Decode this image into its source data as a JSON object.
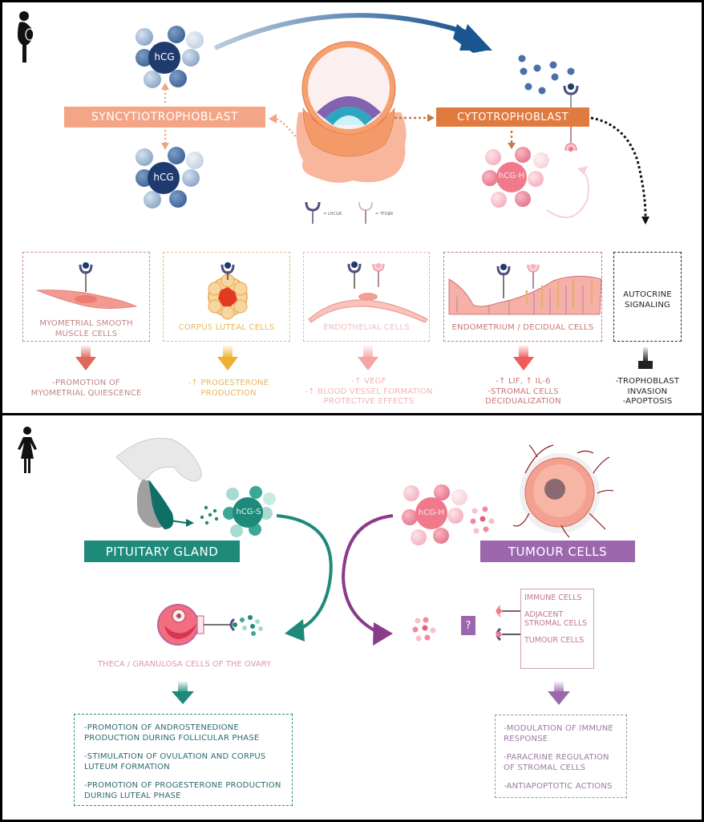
{
  "top_panel": {
    "pregnant_icon": "pregnant-woman-icon",
    "hcg_label": "hCG",
    "hcgh_label": "hCG-H",
    "syncytio_label": "SYNCYTIOTROPHOBLAST",
    "cyto_label": "CYTOTROPHOBLAST",
    "legend": [
      {
        "symbol": "LHCGR receptor (dark blue)",
        "label": "= LHCGR"
      },
      {
        "symbol": "TFGβR receptor (pink)",
        "label": "= TFGβR"
      }
    ],
    "targets": [
      {
        "label": "MYOMETRIAL SMOOTH MUSCLE CELLS",
        "outcome": [
          "-PROMOTION OF",
          "MYOMETRIAL QUIESCENCE"
        ],
        "color": "#c98a8a",
        "arrow_color": "#e0675a"
      },
      {
        "label": "CORPUS LUTEAL CELLS",
        "outcome": [
          "-↑ PROGESTERONE",
          "PRODUCTION"
        ],
        "color": "#e6b85c",
        "arrow_color": "#f0b030"
      },
      {
        "label": "ENDOTHELIAL CELLS",
        "outcome": [
          "-↑ VEGF",
          "-↑ BLOOD VESSEL FORMATION",
          "PROTECTIVE EFFECTS"
        ],
        "color": "#f0b5b5",
        "arrow_color": "#f5a5a5"
      },
      {
        "label": "ENDOMETRIUM / DECIDUAL CELLS",
        "outcome": [
          "-↑ LIF, ↑ IL-6",
          "-STROMAL CELLS",
          "DECIDUALIZATION"
        ],
        "color": "#c97575",
        "arrow_color": "#f05a5a"
      },
      {
        "label": "AUTOCRINE SIGNALING",
        "outcome": [
          "-TROPHOBLAST",
          "INVASION",
          "-APOPTOSIS"
        ],
        "color": "#222222",
        "arrow_color": "#222222"
      }
    ]
  },
  "bottom_panel": {
    "woman_icon": "woman-icon",
    "hcgs_label": "hCG-S",
    "hcgh_label": "hCG-H",
    "pituitary_label": "PITUITARY GLAND",
    "tumour_label": "TUMOUR CELLS",
    "ovary_label": "THECA / GRANULOSA CELLS OF THE OVARY",
    "question_mark": "?",
    "tumour_targets": [
      "IMMUNE CELLS",
      "ADJACENT STROMAL CELLS",
      "TUMOUR CELLS"
    ],
    "pituitary_effects": [
      "-PROMOTION OF ANDROSTENEDIONE PRODUCTION DURING FOLLICULAR PHASE",
      "-STIMULATION OF OVULATION AND CORPUS LUTEUM FORMATION",
      "-PROMOTION OF PROGESTERONE PRODUCTION DURING LUTEAL PHASE"
    ],
    "tumour_effects": [
      "-MODULATION OF IMMUNE RESPONSE",
      "-PARACRINE REGULATION OF STROMAL CELLS",
      "-ANTIAPOPTOTIC ACTIONS"
    ]
  },
  "colors": {
    "hcg_dark": "#1e3a6e",
    "hcg_light": "#a9bfd9",
    "syncytio": "#f4a585",
    "cyto": "#e07a3e",
    "hcgh": "#f07a8c",
    "teal": "#1d8a7a",
    "purple": "#9c67ad",
    "blue_arrow": "#1b5591"
  }
}
